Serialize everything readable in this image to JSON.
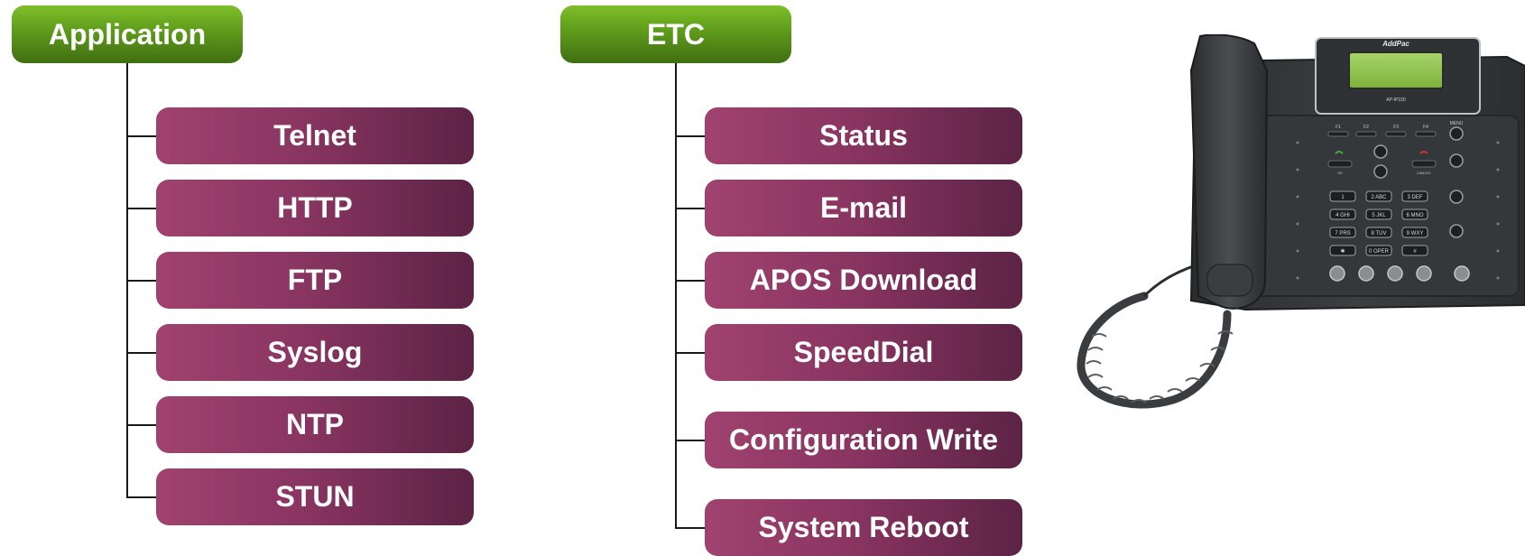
{
  "groups": [
    {
      "header": "Application",
      "items": [
        "Telnet",
        "HTTP",
        "FTP",
        "Syslog",
        "NTP",
        "STUN"
      ]
    },
    {
      "header": "ETC",
      "items": [
        "Status",
        "E-mail",
        "APOS Download",
        "SpeedDial",
        "Configuration Write",
        "System Reboot"
      ]
    }
  ],
  "phone": {
    "brand": "AddPac",
    "model": "AP-IP150",
    "softkeys": [
      "F1",
      "F2",
      "F3",
      "F4",
      "MENU"
    ],
    "ok_label": "OK",
    "cancel_label": "CANCEL",
    "keypad": [
      "1",
      "2 ABC",
      "3 DEF",
      "4 GHI",
      "5 JKL",
      "6 MNO",
      "7 PRS",
      "8 TUV",
      "9 WXY",
      "✱",
      "0 OPER",
      "#"
    ]
  }
}
